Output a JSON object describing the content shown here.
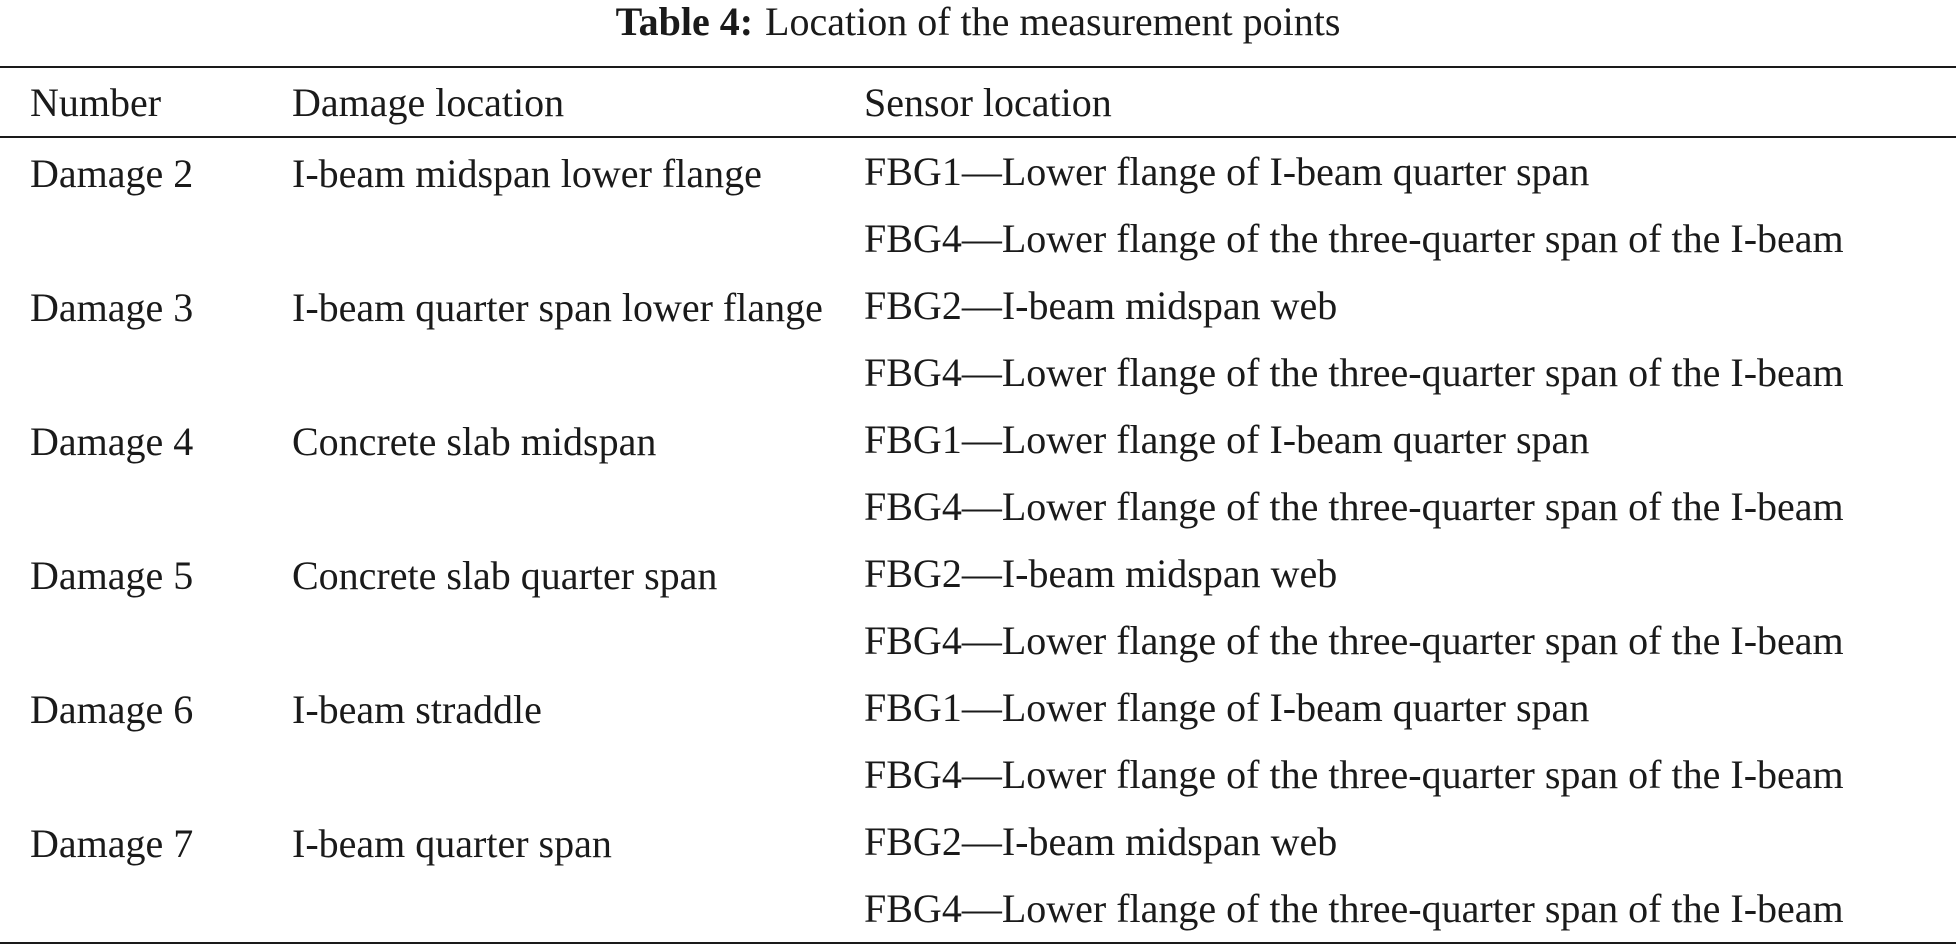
{
  "caption": {
    "label": "Table 4:",
    "title": "Location of the measurement points"
  },
  "table": {
    "headers": [
      "Number",
      "Damage location",
      "Sensor location"
    ],
    "groups": [
      {
        "number": "Damage 2",
        "damage_location": "I-beam midspan lower flange",
        "sensors": [
          "FBG1—Lower flange of I-beam quarter span",
          "FBG4—Lower flange of the three-quarter span of the I-beam"
        ]
      },
      {
        "number": "Damage 3",
        "damage_location": "I-beam quarter span lower flange",
        "sensors": [
          "FBG2—I-beam midspan web",
          "FBG4—Lower flange of the three-quarter span of the I-beam"
        ]
      },
      {
        "number": "Damage 4",
        "damage_location": "Concrete slab midspan",
        "sensors": [
          "FBG1—Lower flange of I-beam quarter span",
          "FBG4—Lower flange of the three-quarter span of the I-beam"
        ]
      },
      {
        "number": "Damage 5",
        "damage_location": "Concrete slab quarter span",
        "sensors": [
          "FBG2—I-beam midspan web",
          "FBG4—Lower flange of the three-quarter span of the I-beam"
        ]
      },
      {
        "number": "Damage 6",
        "damage_location": "I-beam straddle",
        "sensors": [
          "FBG1—Lower flange of I-beam quarter span",
          "FBG4—Lower flange of the three-quarter span of the I-beam"
        ]
      },
      {
        "number": "Damage 7",
        "damage_location": "I-beam quarter span",
        "sensors": [
          "FBG2—I-beam midspan web",
          "FBG4—Lower flange of the three-quarter span of the I-beam"
        ]
      }
    ]
  }
}
